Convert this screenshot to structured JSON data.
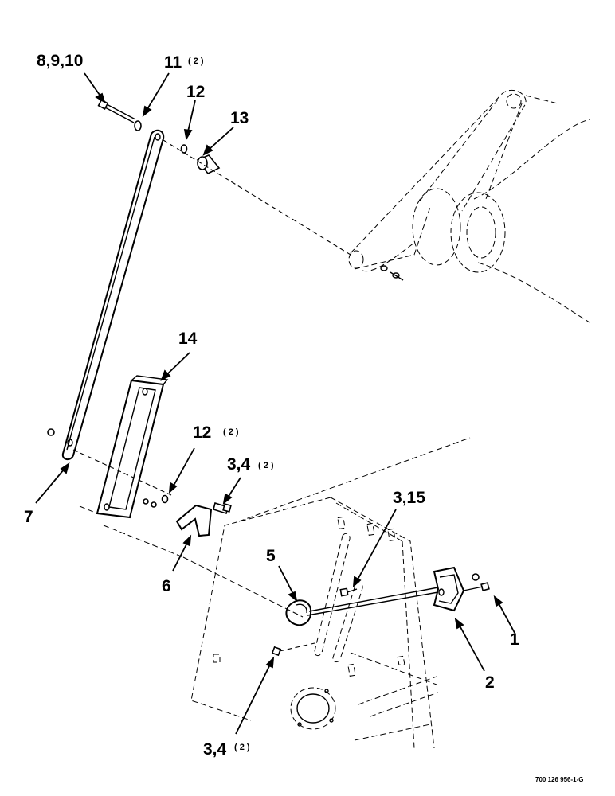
{
  "callouts": {
    "c_8_9_10": "8,9,10",
    "c_11": "11",
    "c_11_qty": "( 2 )",
    "c_12_top": "12",
    "c_13": "13",
    "c_14": "14",
    "c_12_mid": "12",
    "c_12_mid_qty": "( 2 )",
    "c_3_4_top": "3,4",
    "c_3_4_top_qty": "( 2 )",
    "c_7": "7",
    "c_6": "6",
    "c_3_15": "3,15",
    "c_5": "5",
    "c_1": "1",
    "c_2": "2",
    "c_3_4_bottom": "3,4",
    "c_3_4_bottom_qty": "( 2 )"
  },
  "document_number": "700 126 956-1-G"
}
